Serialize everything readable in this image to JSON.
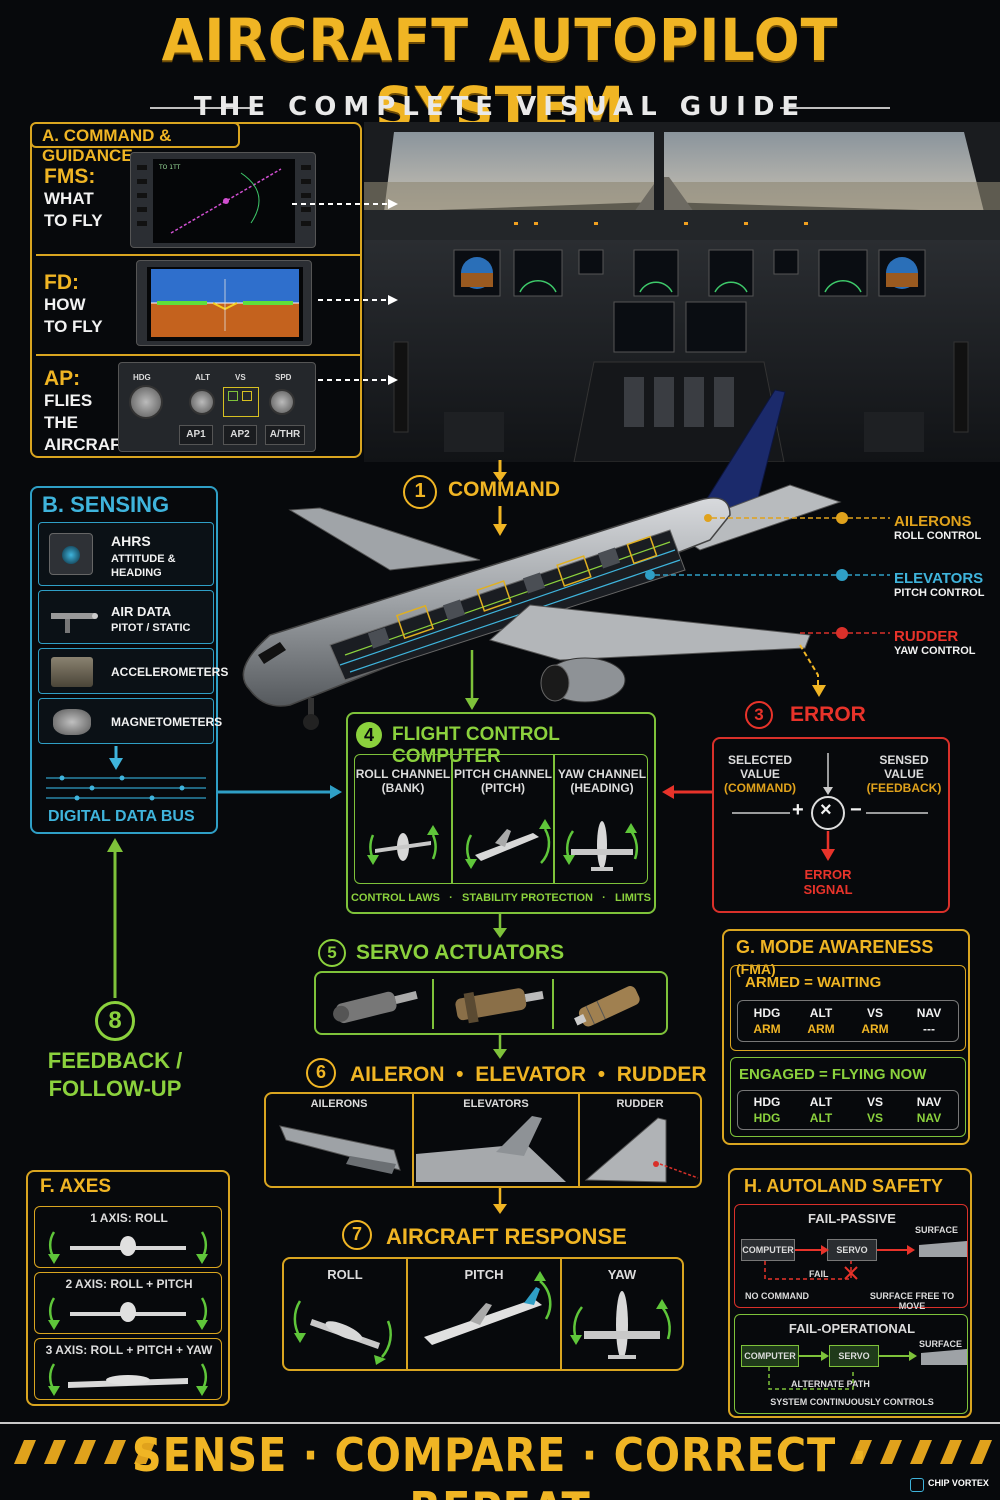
{
  "header": {
    "title": "AIRCRAFT AUTOPILOT SYSTEM",
    "subtitle": "THE COMPLETE VISUAL GUIDE"
  },
  "section_a": {
    "title": "A. COMMAND & GUIDANCE",
    "fms": {
      "key": "FMS:",
      "line1": "WHAT",
      "line2": "TO FLY"
    },
    "fd": {
      "key": "FD:",
      "line1": "HOW",
      "line2": "TO FLY"
    },
    "ap": {
      "key": "AP:",
      "line1": "FLIES",
      "line2": "THE",
      "line3": "AIRCRAFT"
    },
    "mcp": {
      "hdg": "HDG",
      "alt": "ALT",
      "vs": "VS",
      "spd": "SPD",
      "ap1": "AP1",
      "ap2": "AP2",
      "athr": "A/THR"
    }
  },
  "section_b": {
    "title": "B. SENSING",
    "sensors": [
      {
        "name": "AHRS",
        "detail1": "ATTITUDE &",
        "detail2": "HEADING"
      },
      {
        "name": "AIR DATA",
        "detail1": "PITOT / STATIC",
        "detail2": ""
      },
      {
        "name": "ACCELEROMETERS",
        "detail1": "",
        "detail2": ""
      },
      {
        "name": "MAGNETOMETERS",
        "detail1": "",
        "detail2": ""
      }
    ],
    "bus": "DIGITAL DATA BUS"
  },
  "step1": {
    "num": "1",
    "label": "COMMAND"
  },
  "surfaces_callouts": [
    {
      "name": "AILERONS",
      "detail": "ROLL CONTROL",
      "color": "#e0a21c"
    },
    {
      "name": "ELEVATORS",
      "detail": "PITCH CONTROL",
      "color": "#2f9fc6"
    },
    {
      "name": "RUDDER",
      "detail": "YAW CONTROL",
      "color": "#d9302a"
    }
  ],
  "step3": {
    "num": "3",
    "label": "ERROR",
    "selected": "SELECTED",
    "value_l": "VALUE",
    "command": "(COMMAND)",
    "sensed": "SENSED",
    "value_r": "VALUE",
    "feedback": "(FEEDBACK)",
    "plus": "+",
    "minus": "−",
    "times": "×",
    "error1": "ERROR",
    "error2": "SIGNAL"
  },
  "step4": {
    "num": "4",
    "label": "FLIGHT CONTROL COMPUTER",
    "channels": [
      {
        "name": "ROLL CHANNEL",
        "detail": "(BANK)"
      },
      {
        "name": "PITCH CHANNEL",
        "detail": "(PITCH)"
      },
      {
        "name": "YAW CHANNEL",
        "detail": "(HEADING)"
      }
    ],
    "footer": "CONTROL LAWS   ·   STABILITY PROTECTION   ·   LIMITS"
  },
  "step5": {
    "num": "5",
    "label": "SERVO ACTUATORS"
  },
  "step6": {
    "num": "6",
    "label": "AILERON  •  ELEVATOR  •  RUDDER",
    "panels": [
      "AILERONS",
      "ELEVATORS",
      "RUDDER"
    ]
  },
  "step7": {
    "num": "7",
    "label": "AIRCRAFT RESPONSE",
    "panels": [
      "ROLL",
      "PITCH",
      "YAW"
    ]
  },
  "step8": {
    "num": "8",
    "line1": "FEEDBACK /",
    "line2": "FOLLOW-UP"
  },
  "section_f": {
    "title": "F. AXES",
    "rows": [
      "1 AXIS: ROLL",
      "2 AXIS: ROLL + PITCH",
      "3 AXIS: ROLL + PITCH + YAW"
    ]
  },
  "section_g": {
    "title": "G. MODE AWARENESS",
    "fma": "(FMA)",
    "armed": "ARMED = WAITING",
    "armed_cells": [
      [
        "HDG",
        "ARM"
      ],
      [
        "ALT",
        "ARM"
      ],
      [
        "VS",
        "ARM"
      ],
      [
        "NAV",
        "---"
      ]
    ],
    "engaged": "ENGAGED = FLYING NOW",
    "engaged_cells": [
      [
        "HDG",
        "HDG"
      ],
      [
        "ALT",
        "ALT"
      ],
      [
        "VS",
        "VS"
      ],
      [
        "NAV",
        "NAV"
      ]
    ]
  },
  "section_h": {
    "title": "H. AUTOLAND SAFETY",
    "passive": {
      "title": "FAIL-PASSIVE",
      "computer": "COMPUTER",
      "servo": "SERVO",
      "surface": "SURFACE",
      "fail": "FAIL",
      "no_command": "NO COMMAND",
      "free": "SURFACE FREE TO MOVE"
    },
    "operational": {
      "title": "FAIL-OPERATIONAL",
      "computer": "COMPUTER",
      "servo": "SERVO",
      "surface": "SURFACE",
      "alternate": "ALTERNATE PATH",
      "continuous": "SYSTEM CONTINUOUSLY CONTROLS"
    }
  },
  "footer": {
    "text": "SENSE · COMPARE · CORRECT · REPEAT",
    "brand": "CHIP VORTEX"
  }
}
